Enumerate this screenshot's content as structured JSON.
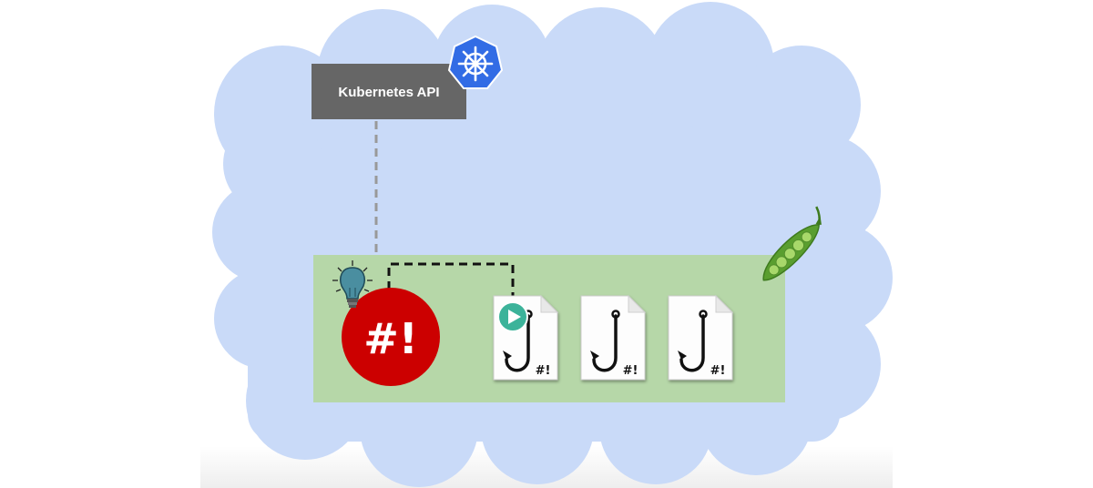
{
  "kubernetes_api": {
    "label": "Kubernetes API",
    "box_color": "#666666",
    "icon": "kubernetes-helm-wheel-icon",
    "icon_color": "#326ce5"
  },
  "cloud": {
    "color": "#c9daf8"
  },
  "operator_area": {
    "color": "#b6d7a8"
  },
  "shell_operator": {
    "icon": "shebang-circle-icon",
    "label": "#!",
    "color": "#cc0000"
  },
  "bulb": {
    "icon": "lightbulb-icon",
    "color": "#4a8ea0"
  },
  "peapod": {
    "icon": "peapod-icon",
    "color": "#5a9e2f"
  },
  "hooks": [
    {
      "icon": "hook-file-icon",
      "label": "#!",
      "running": true,
      "status_icon": "play-icon",
      "status_color": "#3cb39a"
    },
    {
      "icon": "hook-file-icon",
      "label": "#!",
      "running": false
    },
    {
      "icon": "hook-file-icon",
      "label": "#!",
      "running": false
    }
  ],
  "connectors": {
    "api_to_operator": {
      "style": "dashed",
      "color": "#999999"
    },
    "operator_to_hook": {
      "style": "dashed",
      "color": "#111111"
    }
  }
}
